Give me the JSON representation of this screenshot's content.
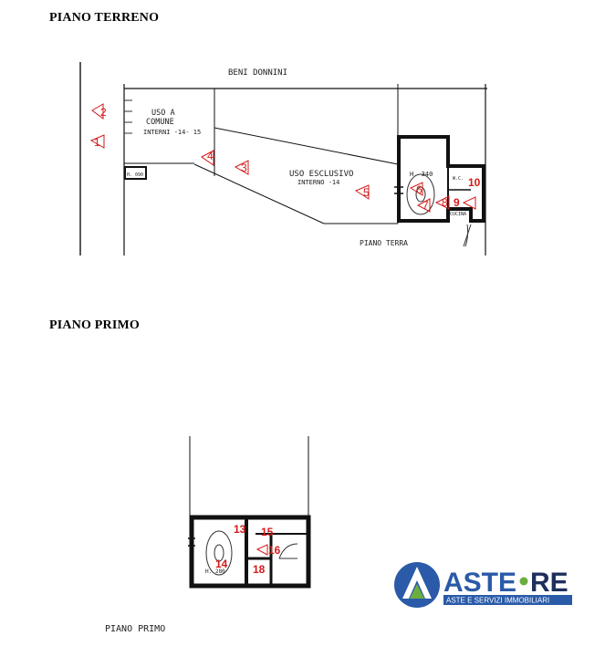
{
  "headings": {
    "ground": "PIANO TERRENO",
    "first": "PIANO PRIMO"
  },
  "ground_plan": {
    "labels": {
      "beni": "BENI DONNINI",
      "uso_a_1": "USO A",
      "uso_a_2": "COMUNE",
      "uso_a_3": "INTERNI -14- 15",
      "excl_1": "USO ESCLUSIVO",
      "excl_2": "INTERNO -14",
      "h_090": "H. 090",
      "h_340": "H. 340",
      "wc": "W.C.",
      "cucina": "CUCINA",
      "piano_terra": "PIANO TERRA"
    },
    "markers": [
      "1",
      "2",
      "3",
      "4",
      "5",
      "6",
      "7",
      "8",
      "9",
      "10"
    ]
  },
  "first_plan": {
    "labels": {
      "h_280": "H. 280",
      "piano_primo": "PIANO PRIMO"
    },
    "markers": [
      "13",
      "15",
      "14",
      "16",
      "18"
    ]
  },
  "logo": {
    "word_left": "ASTE",
    "word_right": "RE",
    "tagline": "ASTE E SERVIZI IMMOBILIARI",
    "colors": {
      "blue": "#2a5aa8",
      "green": "#6cae3e",
      "dark": "#1d2f5c"
    }
  }
}
